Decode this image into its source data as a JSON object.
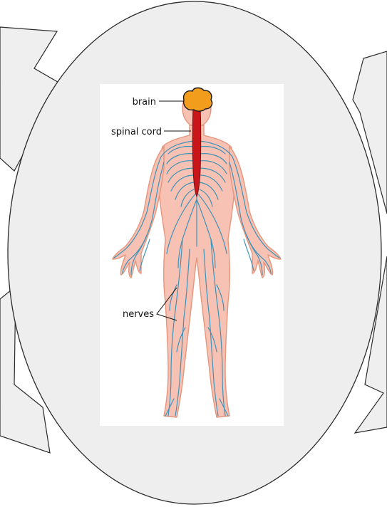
{
  "colors": {
    "page_background": "#ffffff",
    "arrow_fill": "#efefef",
    "oval_fill": "#eeeeee",
    "outline": "#2b2b2b",
    "figure_panel": "#ffffff",
    "skin_fill": "#f7c2b3",
    "skin_outline": "#e5957c",
    "nerve_color": "#3f93b8",
    "brain_color": "#f39d1c",
    "spinal_cord_color": "#c8161b"
  },
  "labels": {
    "brain": "brain",
    "spinal_cord": "spinal cord",
    "nerves": "nerves"
  },
  "icons": [
    "cycle-arrow-top-left",
    "cycle-arrow-top-right",
    "cycle-arrow-bottom-left",
    "cycle-arrow-bottom-right"
  ]
}
